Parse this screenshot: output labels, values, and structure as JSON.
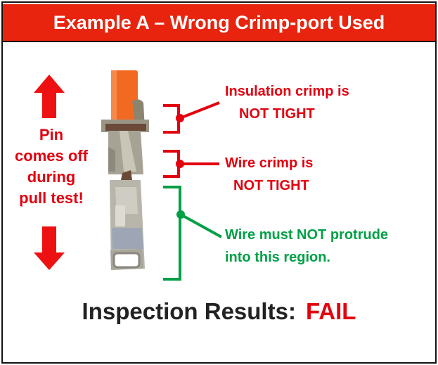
{
  "title": "Example A – Wrong Crimp-port Used",
  "left_note": {
    "lines": [
      "Pin",
      "comes off",
      "during",
      "pull test!"
    ],
    "arrows": [
      "arrow-up",
      "arrow-down"
    ]
  },
  "callouts": [
    {
      "line1": "Insulation crimp is",
      "line2": "NOT TIGHT",
      "color": "#e3000f"
    },
    {
      "line1": "Wire crimp is",
      "line2": "NOT TIGHT",
      "color": "#e3000f"
    },
    {
      "line1": "Wire must NOT protrude",
      "line2": "into this region.",
      "color": "#00a046"
    }
  ],
  "result": {
    "label": "Inspection Results:",
    "value": "FAIL"
  },
  "colors": {
    "title_bg": "#e8240e",
    "alert_red": "#e3000f",
    "ok_green": "#00a046",
    "wire_orange": "#f26a21"
  }
}
